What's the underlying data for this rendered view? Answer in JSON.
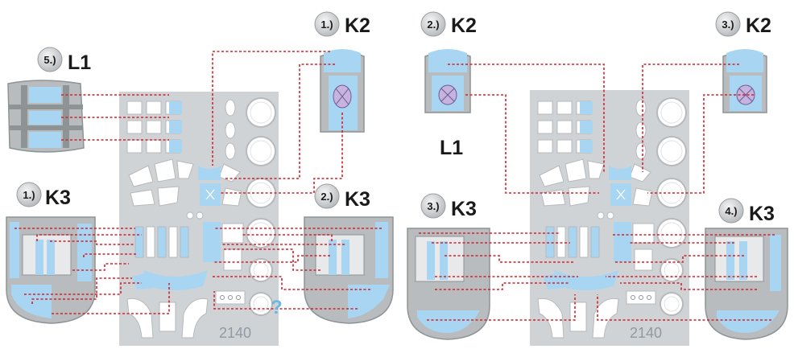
{
  "colors": {
    "sheet": "#cfd3d6",
    "mask": "#a8d6f2",
    "mask_dark": "#7ec0e8",
    "frame": "#b8bcbf",
    "frame_dark": "#8e9396",
    "leader": "#d4202a",
    "badge": "#d2d4d6"
  },
  "left": {
    "sheet_number": "2140",
    "question_mark": "?",
    "labels": [
      {
        "badge": "5.)",
        "text": "L1"
      },
      {
        "badge": "1.)",
        "text": "K2"
      },
      {
        "badge": "1.)",
        "text": "K3"
      },
      {
        "badge": "2.)",
        "text": "K3"
      }
    ]
  },
  "right": {
    "sheet_number": "2140",
    "plain_label": "L1",
    "labels": [
      {
        "badge": "2.)",
        "text": "K2"
      },
      {
        "badge": "3.)",
        "text": "K2"
      },
      {
        "badge": "3.)",
        "text": "K3"
      },
      {
        "badge": "4.)",
        "text": "K3"
      }
    ]
  }
}
